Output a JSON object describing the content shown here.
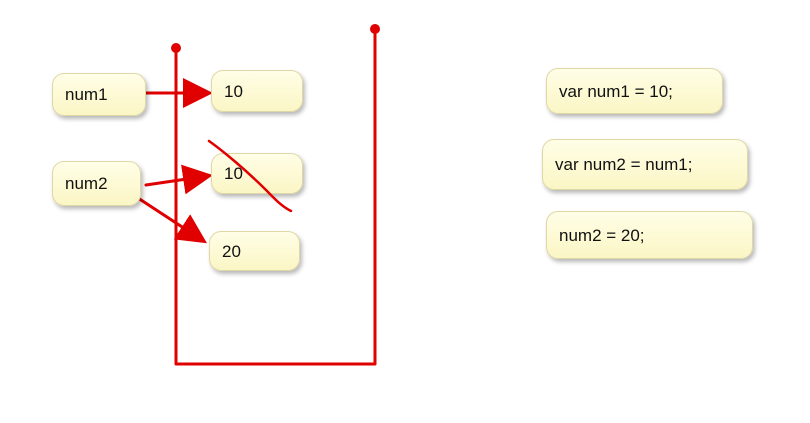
{
  "variables": {
    "num1": "num1",
    "num2": "num2"
  },
  "memory_values": {
    "first": "10",
    "second_old": "10",
    "second_new": "20"
  },
  "code_lines": [
    "var num1 = 10;",
    "var num2 = num1;",
    "num2 = 20;"
  ],
  "colors": {
    "stroke": "#e00000",
    "box_fill": "#fffbd5",
    "box_border": "#dfd7a6",
    "text": "#111111"
  }
}
